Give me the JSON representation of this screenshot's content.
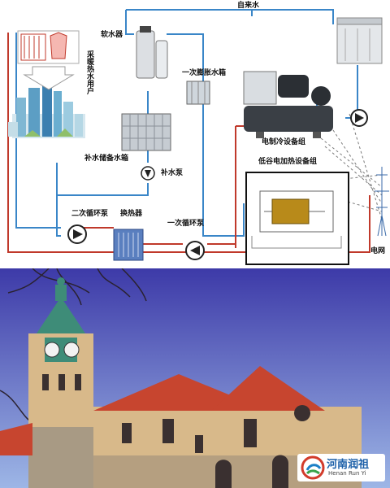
{
  "diagram": {
    "labels": {
      "tap_water": "自来水",
      "water_softener": "软水器",
      "primary_expansion_tank": "一次膨胀水箱",
      "heating_users": "采暖热水用户",
      "makeup_water_storage_tank": "补水储备水箱",
      "makeup_pump": "补水泵",
      "secondary_circulation_pump": "二次循环泵",
      "heat_exchanger": "换热器",
      "primary_circulation_pump": "一次循环泵",
      "electric_chiller_unit": "电制冷设备组",
      "low_valley_electric_heating_unit": "低谷电加热设备组",
      "power_grid": "电网"
    },
    "colors": {
      "supply_line": "#c0392b",
      "return_line": "#3a86c8",
      "dashed_line": "#7a7a7a"
    }
  },
  "photo": {
    "watermark": {
      "name": "河南润祖",
      "subtitle": "Henan Run Yi"
    },
    "colors": {
      "sky_top": "#3d3aa8",
      "sky_bottom": "#9db6e6",
      "roof": "#c7452f",
      "wall": "#d8b98a",
      "tower_cap": "#3e8c78"
    }
  }
}
